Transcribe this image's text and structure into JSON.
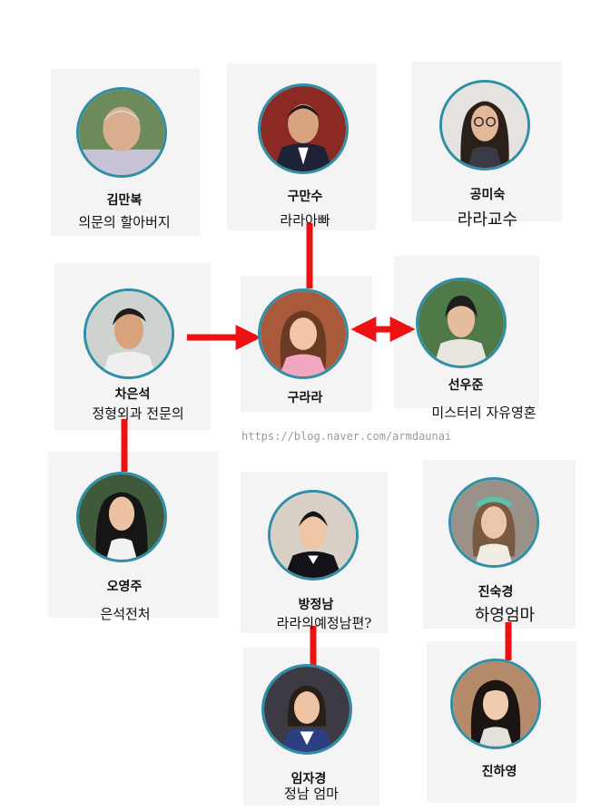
{
  "watermark": "https://blog.naver.com/armdaunai",
  "colors": {
    "connector": "#ee1111",
    "ring": "#2f8fa6",
    "card": "#f4f4f4"
  },
  "people": {
    "kim_manbok": {
      "name": "김만복",
      "role": "의문의 할아버지"
    },
    "gu_mansu": {
      "name": "구만수",
      "role": "라라아빠"
    },
    "gong_misuk": {
      "name": "공미숙",
      "role": "라라교수"
    },
    "cha_eunseok": {
      "name": "차은석",
      "role": "정형외과 전문의"
    },
    "gu_rara": {
      "name": "구라라",
      "role": ""
    },
    "seon_ujun": {
      "name": "선우준",
      "role": "미스터리 자유영혼"
    },
    "oh_yeongju": {
      "name": "오영주",
      "role": "은석전처"
    },
    "bang_jeongnam": {
      "name": "방정남",
      "role": "라라의예정남편?"
    },
    "jin_sukgyeong": {
      "name": "진숙경",
      "role": "하영엄마"
    },
    "im_jagyeong": {
      "name": "임자경",
      "role": "정남 엄마"
    },
    "jin_hayeong": {
      "name": "진하영",
      "role": ""
    }
  }
}
